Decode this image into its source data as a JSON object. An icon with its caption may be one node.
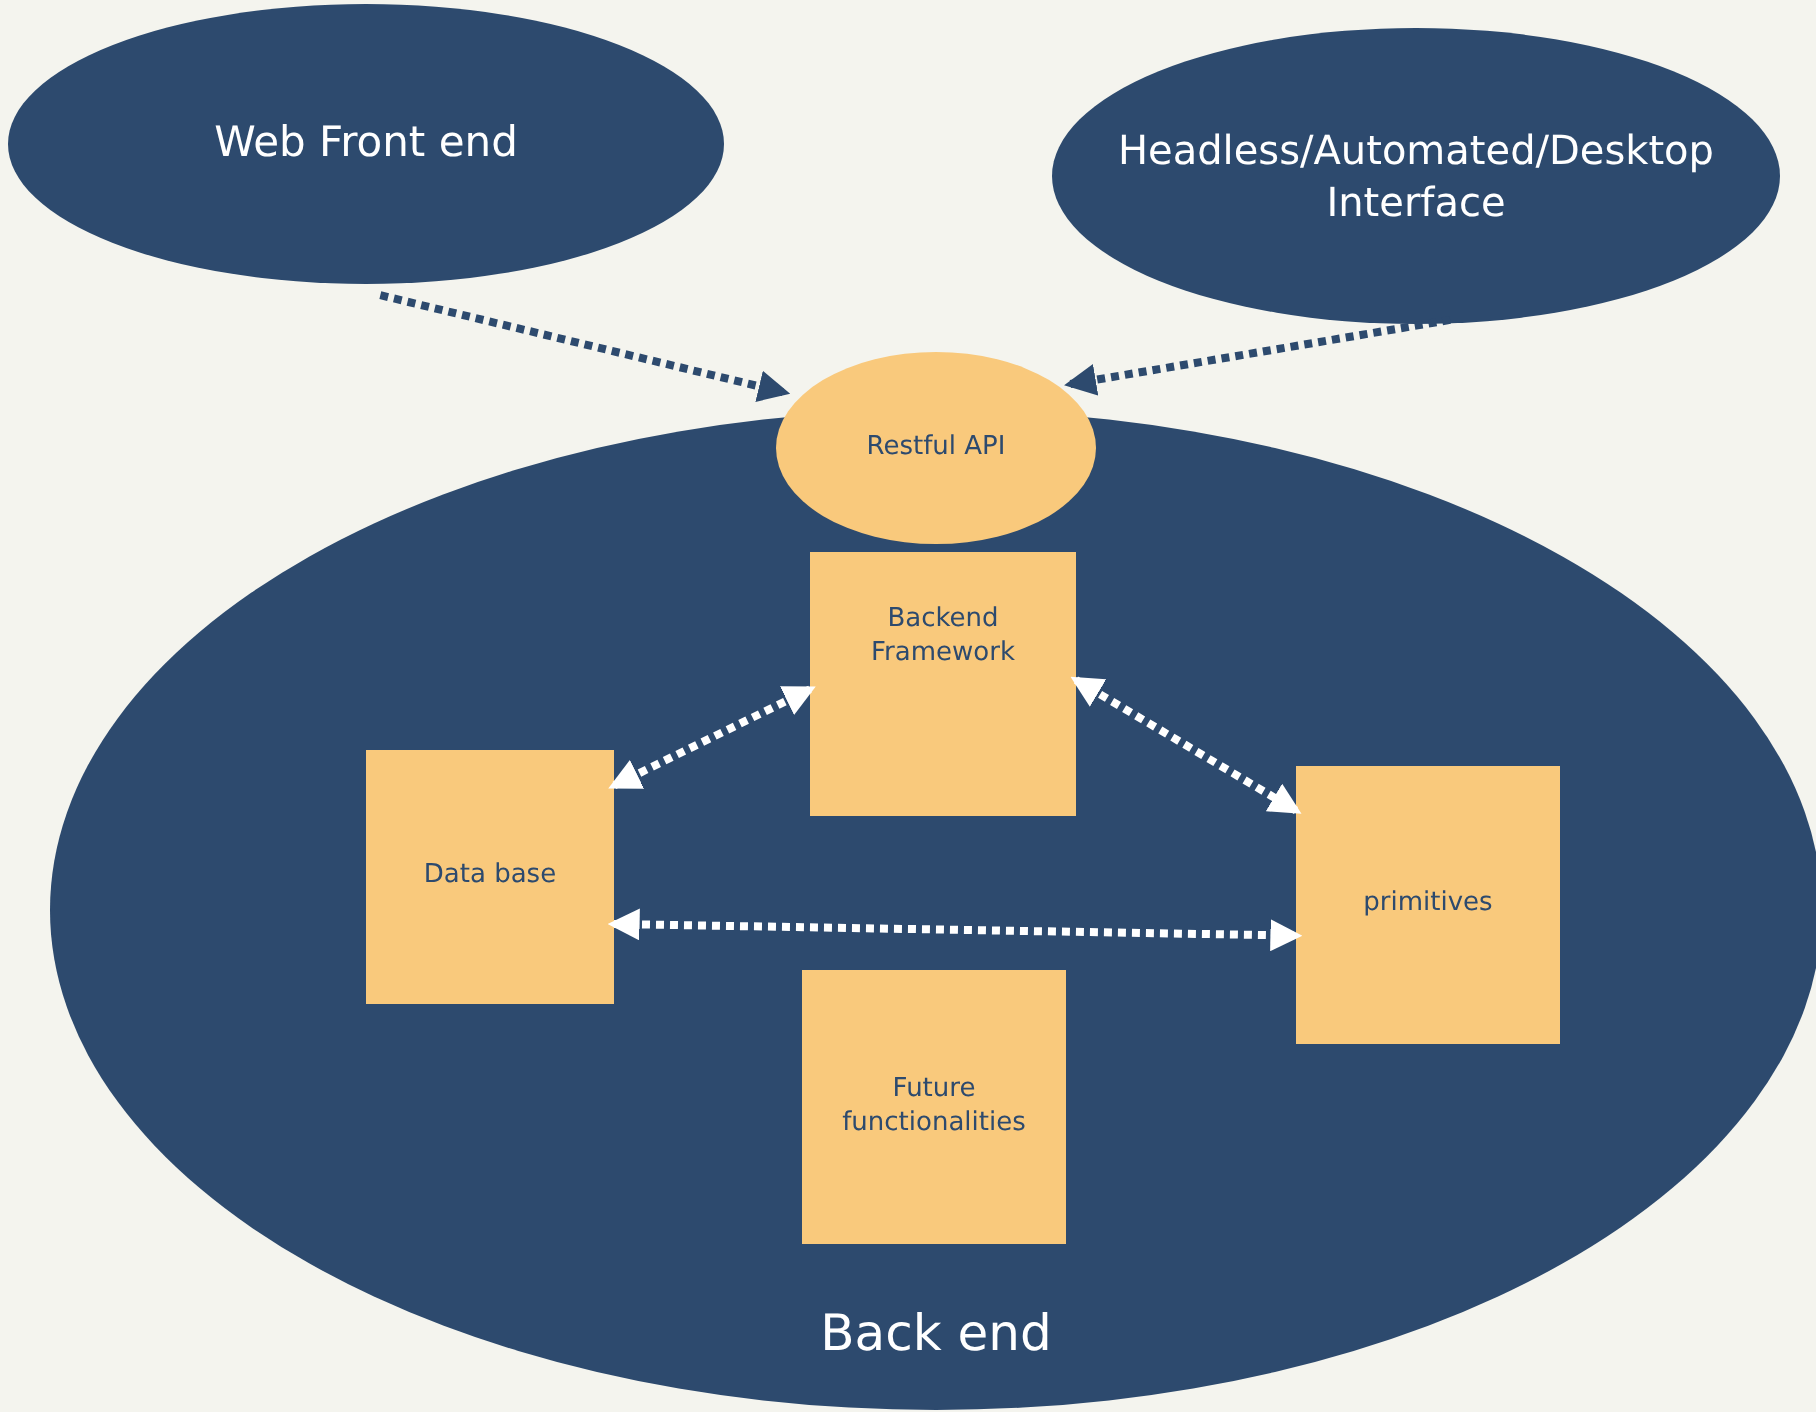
{
  "diagram": {
    "nodes": [
      {
        "text": [
          "Web Front end"
        ]
      },
      {
        "text": [
          "Headless/Automated/Desktop Interface"
        ]
      },
      {
        "text": [
          "Back end"
        ]
      },
      {
        "text": [
          "Restful API"
        ]
      },
      {
        "text": [
          "Backend Framework"
        ],
        "in": 2
      },
      {
        "text": [
          "Data base"
        ],
        "in": 2
      },
      {
        "text": [
          "primitives"
        ],
        "in": 2
      },
      {
        "text": [
          "Future functionalities"
        ],
        "in": 2
      }
    ],
    "edges": [
      {
        "from": 0,
        "to": 3,
        "arrow": "to",
        "style": "dashed",
        "color": "#2d4a6e"
      },
      {
        "from": 1,
        "to": 3,
        "arrow": "to",
        "style": "dashed",
        "color": "#2d4a6e"
      },
      {
        "from": 4,
        "to": 5,
        "arrow": "both",
        "style": "dashed"
      },
      {
        "from": 4,
        "to": 6,
        "arrow": "both",
        "style": "dashed"
      },
      {
        "from": 5,
        "to": 6,
        "arrow": "both",
        "style": "dashed"
      }
    ]
  }
}
